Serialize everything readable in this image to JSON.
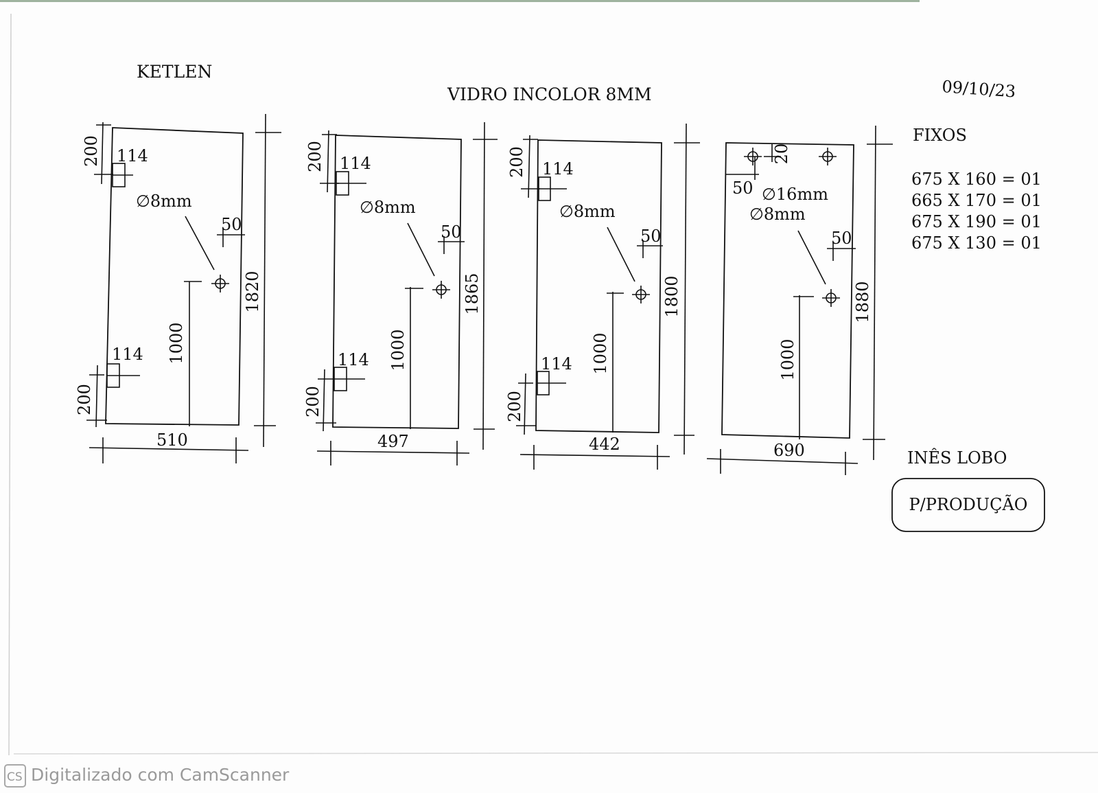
{
  "header": {
    "client": "KETLEN",
    "title": "VIDRO INCOLOR 8MM",
    "date": "09/10/23"
  },
  "panels": [
    {
      "width": "510",
      "height": "1820",
      "hinge_top": "200",
      "hinge_bottom": "200",
      "hinge_top_size": "114",
      "hinge_bottom_size": "114",
      "hole_label": "∅8mm",
      "hole_offset": "50",
      "hole_height": "1000"
    },
    {
      "width": "497",
      "height": "1865",
      "hinge_top": "200",
      "hinge_bottom": "200",
      "hinge_top_size": "114",
      "hinge_bottom_size": "114",
      "hole_label": "∅8mm",
      "hole_offset": "50",
      "hole_height": "1000"
    },
    {
      "width": "442",
      "height": "1800",
      "hinge_top": "200",
      "hinge_bottom": "200",
      "hinge_top_size": "114",
      "hinge_bottom_size": "114",
      "hole_label": "∅8mm",
      "hole_offset": "50",
      "hole_height": "1000"
    },
    {
      "width": "690",
      "height": "1880",
      "top_holes_offset": "20",
      "top_holes_side": "50",
      "top_holes_label": "∅16mm",
      "hole_label": "∅8mm",
      "hole_offset": "50",
      "hole_height": "1000"
    }
  ],
  "fixos": {
    "title": "FIXOS",
    "items": [
      "675 X 160 = 01",
      "665 X 170 = 01",
      "675 X 190 = 01",
      "675 X 130 = 01"
    ]
  },
  "signature": "INÊS LOBO",
  "stamp": "P/PRODUÇÃO",
  "watermark": {
    "badge": "CS",
    "text": "Digitalizado com CamScanner"
  }
}
